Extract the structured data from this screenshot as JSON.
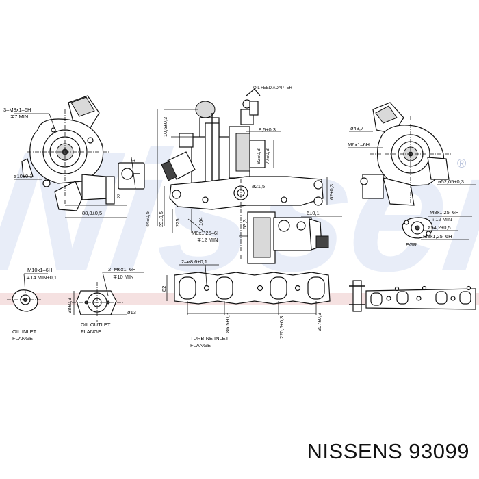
{
  "footer": {
    "brand": "NISSENS",
    "part_number": "93099"
  },
  "watermark": {
    "text": "Nissens",
    "color": "#e8edf8",
    "symbol": "®"
  },
  "labels": {
    "thread_top_left": "3–M8x1–6H",
    "min_top_left": "∓7 MIN",
    "dia_top_left": "ø10±0,1",
    "dim_88": "88,3±0,5",
    "dim_10_6": "10,6±0,3",
    "dim_8_5": "8,5±0,3",
    "dim_82": "82±0,3",
    "dim_77": "77±0,3",
    "dim_21_5": "ø21,5",
    "dim_62": "62±0,3",
    "dim_44": "44±0,5",
    "dim_23": "23±0,5",
    "dim_225": "225",
    "dim_164": "164",
    "dim_63_3": "63,3",
    "dim_6": "6±0,1",
    "thread_mid": "M8x1,25–6H",
    "min_mid": "∓12 MIN",
    "oil_feed": "OIL FEED ADAPTER",
    "dia_43_7": "ø43,7",
    "thread_right": "M6x1–6H",
    "dia_52": "ø52,05±0,3",
    "thread_right_2": "M8x1,25–6H",
    "min_right": "∓12 MIN",
    "dia_54": "ø54,2±0,5",
    "thread_right_3": "M8x1,25–6H",
    "egr": "EGR",
    "thread_oil_in": "M10x1–6H",
    "min_oil_in": "∓14 MIN±0,1",
    "dim_38": "38±0,3",
    "oil_inlet_1": "OIL INLET",
    "oil_inlet_2": "FLANGE",
    "thread_oil_out": "2–M6x1–6H",
    "min_oil_out": "∓10 MIN",
    "dia_13": "ø13",
    "oil_outlet_1": "OIL OUTLET",
    "oil_outlet_2": "FLANGE",
    "holes_flange": "2–ø8,6±0,1",
    "dim_82b": "82",
    "dim_86_5": "86,5±0,3",
    "dim_220_5": "220,5±0,3",
    "dim_307": "307±0,3",
    "turbine_1": "TURBINE INLET",
    "turbine_2": "FLANGE",
    "dim_14": "14",
    "dim_22": "22",
    "dim_3": "3"
  }
}
